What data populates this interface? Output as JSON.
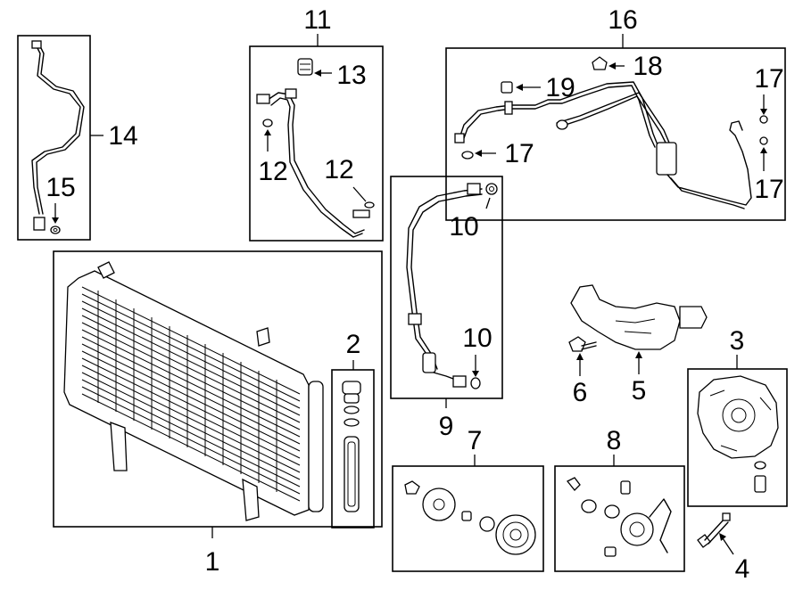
{
  "callouts": {
    "c1": "1",
    "c2": "2",
    "c3": "3",
    "c4": "4",
    "c5": "5",
    "c6": "6",
    "c7": "7",
    "c8": "8",
    "c9": "9",
    "c10a": "10",
    "c10b": "10",
    "c11": "11",
    "c12a": "12",
    "c12b": "12",
    "c13": "13",
    "c14": "14",
    "c15": "15",
    "c16": "16",
    "c17a": "17",
    "c17b": "17",
    "c17c": "17",
    "c18": "18",
    "c19": "19"
  }
}
